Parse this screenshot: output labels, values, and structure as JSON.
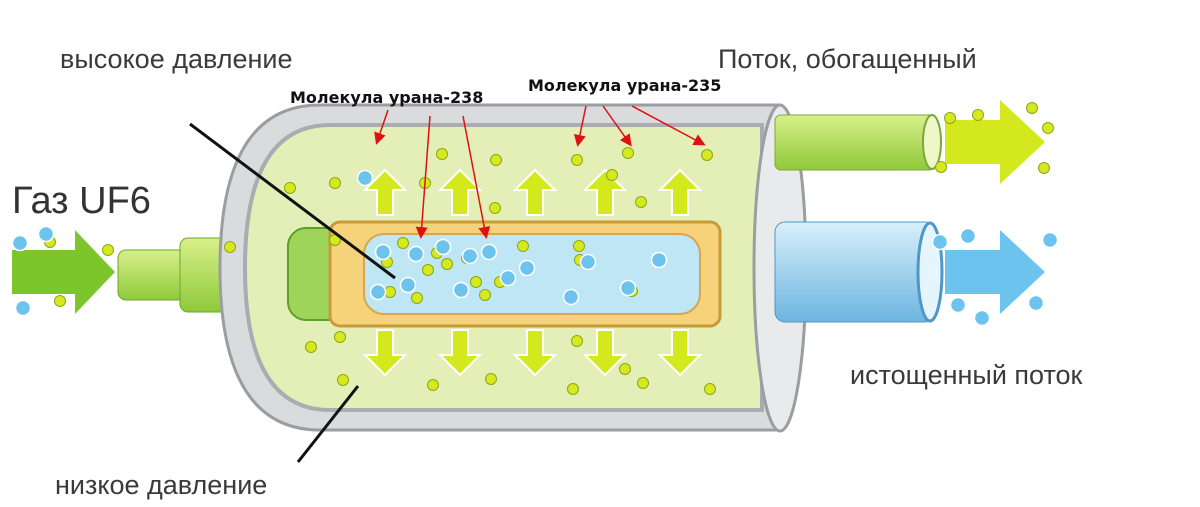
{
  "labels": {
    "high_pressure": "высокое давление",
    "gas": "Газ UF6",
    "u238": "Молекула урана-238",
    "u235": "Молекула урана-235",
    "enriched_flow": "Поток, обогащенный",
    "depleted_flow": "истощенный поток",
    "low_pressure": "низкое давление"
  },
  "colors": {
    "u235_molecule": "#d6e81e",
    "u238_molecule": "#6cc4ee",
    "annotation_arrow": "#e01010",
    "outer_gas": "#e4efb8",
    "inner_gas": "#bfe6f5",
    "barrier": "#f6d27a"
  }
}
